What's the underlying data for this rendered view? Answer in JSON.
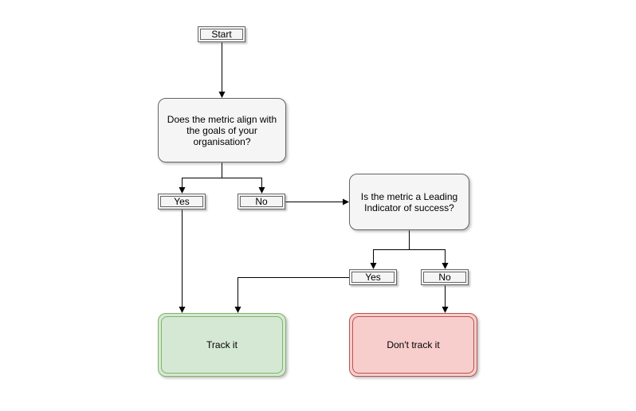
{
  "diagram": {
    "nodes": {
      "start": {
        "label": "Start"
      },
      "q1": {
        "label": "Does the metric align with the goals of your organisation?"
      },
      "q1_yes": {
        "label": "Yes"
      },
      "q1_no": {
        "label": "No"
      },
      "q2": {
        "label": "Is the metric a Leading Indicator of success?"
      },
      "q2_yes": {
        "label": "Yes"
      },
      "q2_no": {
        "label": "No"
      },
      "track": {
        "label": "Track it"
      },
      "dont_track": {
        "label": "Don't track it"
      }
    },
    "colors": {
      "node_fill": "#f5f5f5",
      "node_stroke": "#666666",
      "track_fill": "#d5e8d4",
      "track_stroke": "#82b366",
      "dont_track_fill": "#f8cecc",
      "dont_track_stroke": "#b85450",
      "connector": "#000000"
    }
  }
}
